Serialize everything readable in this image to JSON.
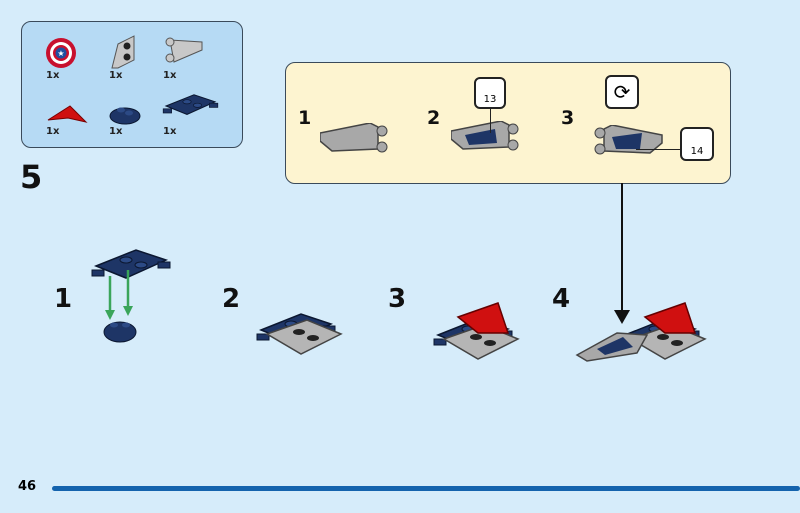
{
  "step_number": "5",
  "page_number": "46",
  "parts_list": [
    {
      "name": "shield-tile",
      "qty": "1x"
    },
    {
      "name": "grey-wedge-plate",
      "qty": "1x"
    },
    {
      "name": "grey-flag-plate",
      "qty": "1x"
    },
    {
      "name": "red-wedge-tile",
      "qty": "1x"
    },
    {
      "name": "blue-round-plate",
      "qty": "1x"
    },
    {
      "name": "blue-bar-holder-plate",
      "qty": "1x"
    }
  ],
  "subassembly": {
    "steps": [
      "1",
      "2",
      "3"
    ],
    "stickers": [
      "13",
      "14"
    ]
  },
  "build_steps": [
    "1",
    "2",
    "3",
    "4"
  ],
  "colors": {
    "background": "#d6ecfa",
    "parts_box": "#b6daf4",
    "sub_box": "#fdf4d0",
    "accent": "#1463ad"
  }
}
